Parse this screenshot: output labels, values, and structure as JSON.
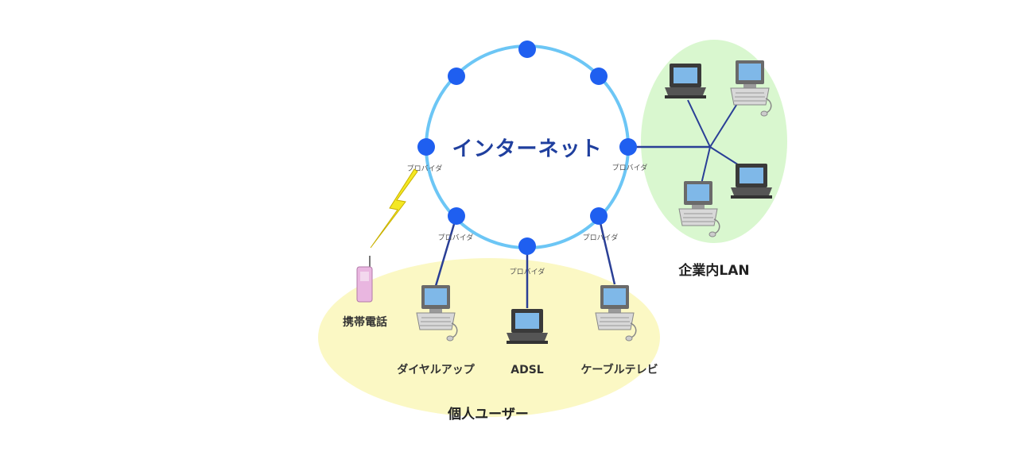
{
  "diagram": {
    "center_label": "インターネット",
    "provider_label": "プロバイダ",
    "groups": {
      "personal_users": "個人ユーザー",
      "corporate_lan": "企業内LAN"
    },
    "devices": {
      "mobile_phone": "携帯電話",
      "dialup": "ダイヤルアップ",
      "adsl": "ADSL",
      "cable_tv": "ケーブルテレビ"
    }
  }
}
